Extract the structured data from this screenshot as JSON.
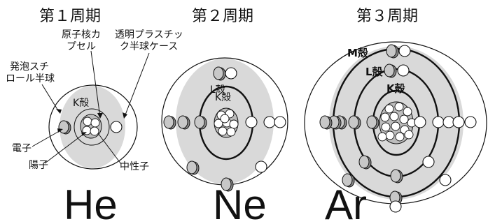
{
  "periods": [
    "第１周期",
    "第２周期",
    "第３周期"
  ],
  "symbols": [
    "He",
    "Ne",
    "Ar"
  ],
  "labels": {
    "foam": [
      "発泡スチ",
      "ロール半球"
    ],
    "nucleus_capsule": [
      "原子核カ",
      "プセル"
    ],
    "clear_case": [
      "透明プラスチッ",
      "ク半球ケース"
    ],
    "electron": "電子",
    "proton": "陽子",
    "neutron": "中性子"
  },
  "shells": {
    "he_k": "K殻",
    "ne_l": "L殻",
    "ne_k": "K殻",
    "ar_m": "M殻",
    "ar_l": "L殻",
    "ar_k": "K殻"
  },
  "colors": {
    "foam_gray": "#d9d9d9",
    "electron_gray": "#a8a8a8",
    "line": "#111111"
  }
}
